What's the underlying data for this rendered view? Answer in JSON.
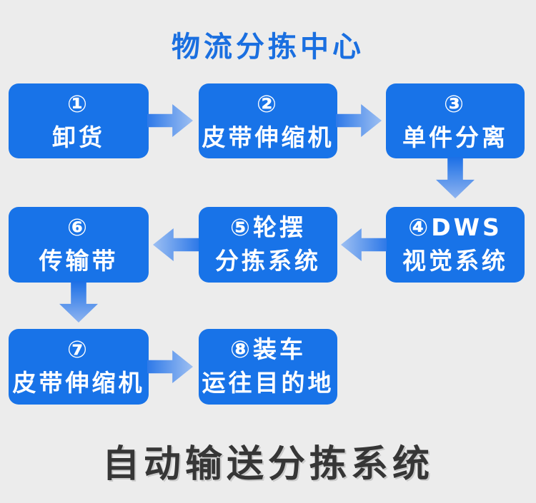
{
  "header": {
    "title": "物流分拣中心"
  },
  "footer": {
    "title": "自动输送分拣系统"
  },
  "colors": {
    "background": "#ececec",
    "box_blue": "#1873e8",
    "top_title_blue": "#1a6fe0",
    "bottom_title_dark": "#363636",
    "arrow_gradient_dark": "#2e79e8",
    "arrow_gradient_light": "#9dbff2",
    "box_text": "#ffffff"
  },
  "flow": {
    "nodes": [
      {
        "step": 1,
        "line1": "①",
        "line2": "卸货"
      },
      {
        "step": 2,
        "line1": "②",
        "line2": "皮带伸缩机"
      },
      {
        "step": 3,
        "line1": "③",
        "line2": "单件分离"
      },
      {
        "step": 4,
        "line1": "④DWS",
        "line2": "视觉系统"
      },
      {
        "step": 5,
        "line1": "⑤轮摆",
        "line2": "分拣系统"
      },
      {
        "step": 6,
        "line1": "⑥",
        "line2": "传输带"
      },
      {
        "step": 7,
        "line1": "⑦",
        "line2": "皮带伸缩机"
      },
      {
        "step": 8,
        "line1": "⑧装车",
        "line2": "运往目的地"
      }
    ],
    "arrows": [
      {
        "from": 1,
        "to": 2,
        "direction": "right"
      },
      {
        "from": 2,
        "to": 3,
        "direction": "right"
      },
      {
        "from": 3,
        "to": 4,
        "direction": "down"
      },
      {
        "from": 4,
        "to": 5,
        "direction": "left"
      },
      {
        "from": 5,
        "to": 6,
        "direction": "left"
      },
      {
        "from": 6,
        "to": 7,
        "direction": "down"
      },
      {
        "from": 7,
        "to": 8,
        "direction": "right"
      }
    ]
  }
}
